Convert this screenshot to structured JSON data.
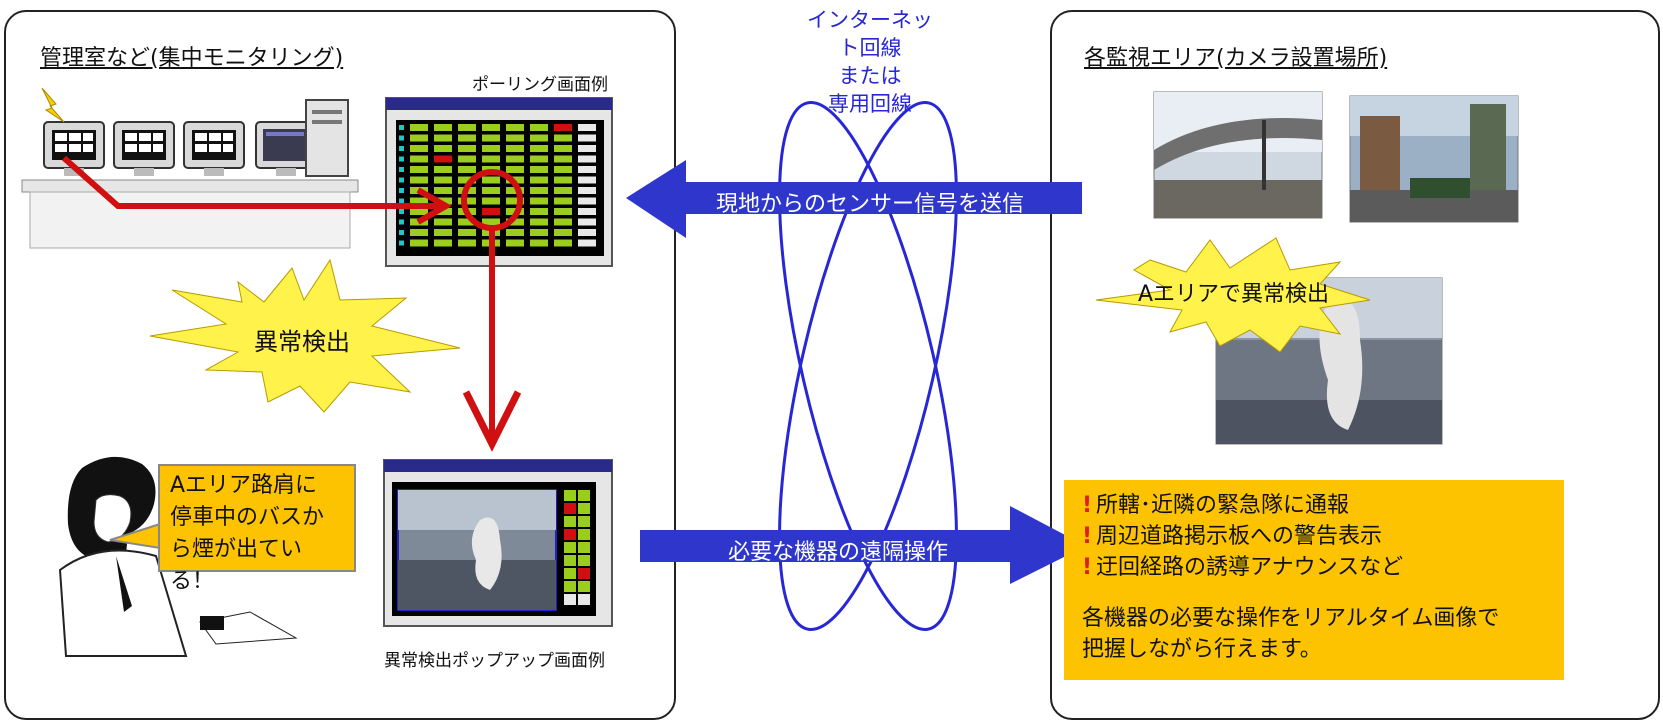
{
  "left_panel": {
    "title": "管理室など(集中モニタリング)",
    "polling_caption": "ポーリング画面例",
    "popup_caption": "異常検出ポップアップ画面例",
    "alert_burst": "異常検出",
    "operator_speech": [
      "Aエリア路肩に",
      "停車中のバスか",
      "ら煙が出ている！"
    ]
  },
  "network": {
    "label_lines": [
      "インターネット回線",
      "または",
      "専用回線"
    ]
  },
  "arrows": {
    "sensor_signal": "現地からのセンサー信号を送信",
    "remote_control": "必要な機器の遠隔操作"
  },
  "right_panel": {
    "title": "各監視エリア(カメラ設置場所)",
    "area_alert": "Aエリアで異常検出",
    "actions": [
      "所轄･近隣の緊急隊に通報",
      "周辺道路掲示板への警告表示",
      "迂回経路の誘導アナウンスなど"
    ],
    "summary_lines": [
      "各機器の必要な操作をリアルタイム画像で",
      "把握しながら行えます。"
    ]
  },
  "colors": {
    "arrow_blue": "#2e36cc",
    "alert_red": "#d01010",
    "burst_yellow": "#fff24a",
    "note_yellow": "#fdc300",
    "grid_green": "#9acd1e"
  }
}
